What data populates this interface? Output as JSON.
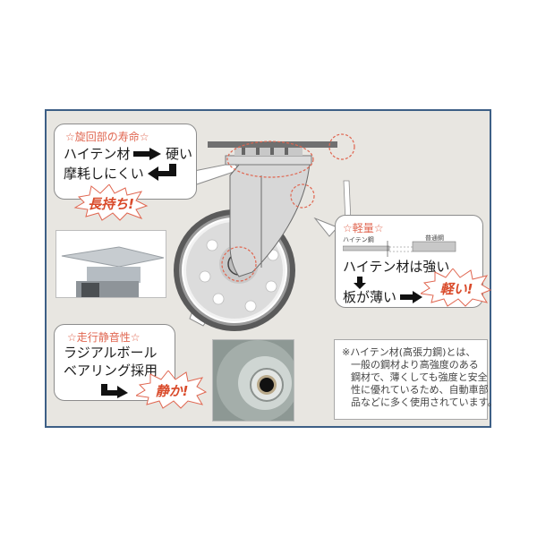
{
  "panel": {
    "border_color": "#3d5f86",
    "background": "#e8e6e1",
    "accent_red": "#e06650"
  },
  "swivel_life": {
    "title": "☆旋回部の寿命☆",
    "line1_left": "ハイテン材",
    "line1_right": "硬い",
    "line2": "摩耗しにくい",
    "burst": "長持ち!"
  },
  "lightweight": {
    "title": "☆軽量☆",
    "bar_label_hiten": "ハイテン鋼",
    "bar_label_normal": "普通鋼",
    "line1": "ハイテン材は強い",
    "line2": "板が薄い",
    "burst": "軽い!"
  },
  "quiet": {
    "title": "☆走行静音性☆",
    "line1": "ラジアルボール",
    "line2": "ベアリング採用",
    "burst": "静か!"
  },
  "note": {
    "lines": [
      "※ハイテン材(高張力鋼)とは、",
      "一般の鋼材より高強度のある",
      "鋼材で、薄くしても強度と安全",
      "性に優れているため、自動車部",
      "品などに多く使用されています。"
    ]
  },
  "icons": {
    "arrow_right": "arrow-right-icon",
    "arrow_return_left": "arrow-return-left-icon",
    "arrow_down": "arrow-down-icon",
    "arrow_down_right": "arrow-down-right-icon"
  }
}
